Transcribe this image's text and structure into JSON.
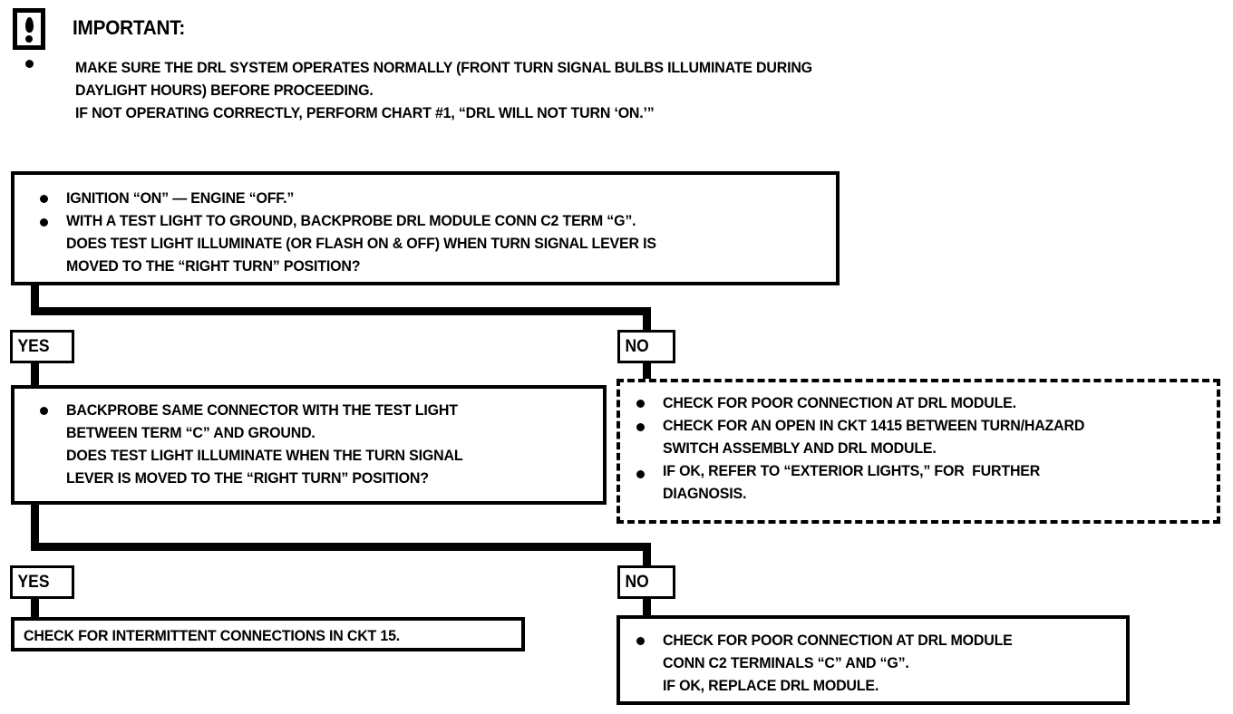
{
  "header": {
    "icon_name": "important-warning-icon",
    "title": "IMPORTANT:",
    "bullet_lines": [
      "MAKE SURE THE DRL SYSTEM OPERATES NORMALLY (FRONT TURN SIGNAL BULBS ILLUMINATE DURING",
      "DAYLIGHT HOURS) BEFORE PROCEEDING.",
      "IF NOT OPERATING CORRECTLY, PERFORM CHART #1, “DRL WILL NOT TURN ‘ON.’”"
    ]
  },
  "boxes": {
    "step1": {
      "lines": [
        "IGNITION “ON” — ENGINE “OFF.”",
        "WITH A TEST LIGHT TO GROUND, BACKPROBE DRL MODULE CONN C2 TERM “G”.",
        "DOES TEST LIGHT ILLUMINATE (OR FLASH ON & OFF) WHEN TURN SIGNAL LEVER IS",
        "MOVED TO THE “RIGHT TURN” POSITION?"
      ]
    },
    "step2": {
      "lines": [
        "BACKPROBE SAME CONNECTOR WITH THE TEST LIGHT",
        "BETWEEN TERM “C” AND GROUND.",
        "DOES TEST LIGHT ILLUMINATE WHEN THE TURN SIGNAL",
        "LEVER IS MOVED TO THE “RIGHT TURN” POSITION?"
      ]
    },
    "no_branch_1": {
      "lines": [
        "CHECK FOR POOR CONNECTION AT DRL MODULE.",
        "CHECK FOR AN OPEN IN CKT 1415 BETWEEN TURN/HAZARD",
        "SWITCH ASSEMBLY AND DRL MODULE.",
        "IF OK, REFER TO “EXTERIOR LIGHTS,” FOR  FURTHER",
        "DIAGNOSIS."
      ]
    },
    "yes_result": {
      "lines": [
        "CHECK FOR INTERMITTENT CONNECTIONS IN CKT 15."
      ]
    },
    "no_branch_2": {
      "lines": [
        "CHECK FOR POOR CONNECTION AT DRL MODULE",
        "CONN C2 TERMINALS “C” AND “G”.",
        "IF OK, REPLACE DRL MODULE."
      ]
    }
  },
  "labels": {
    "yes_1": "YES",
    "no_1": "NO",
    "yes_2": "YES",
    "no_2": "NO"
  },
  "colors": {
    "ink": "#000000",
    "paper": "#ffffff"
  }
}
